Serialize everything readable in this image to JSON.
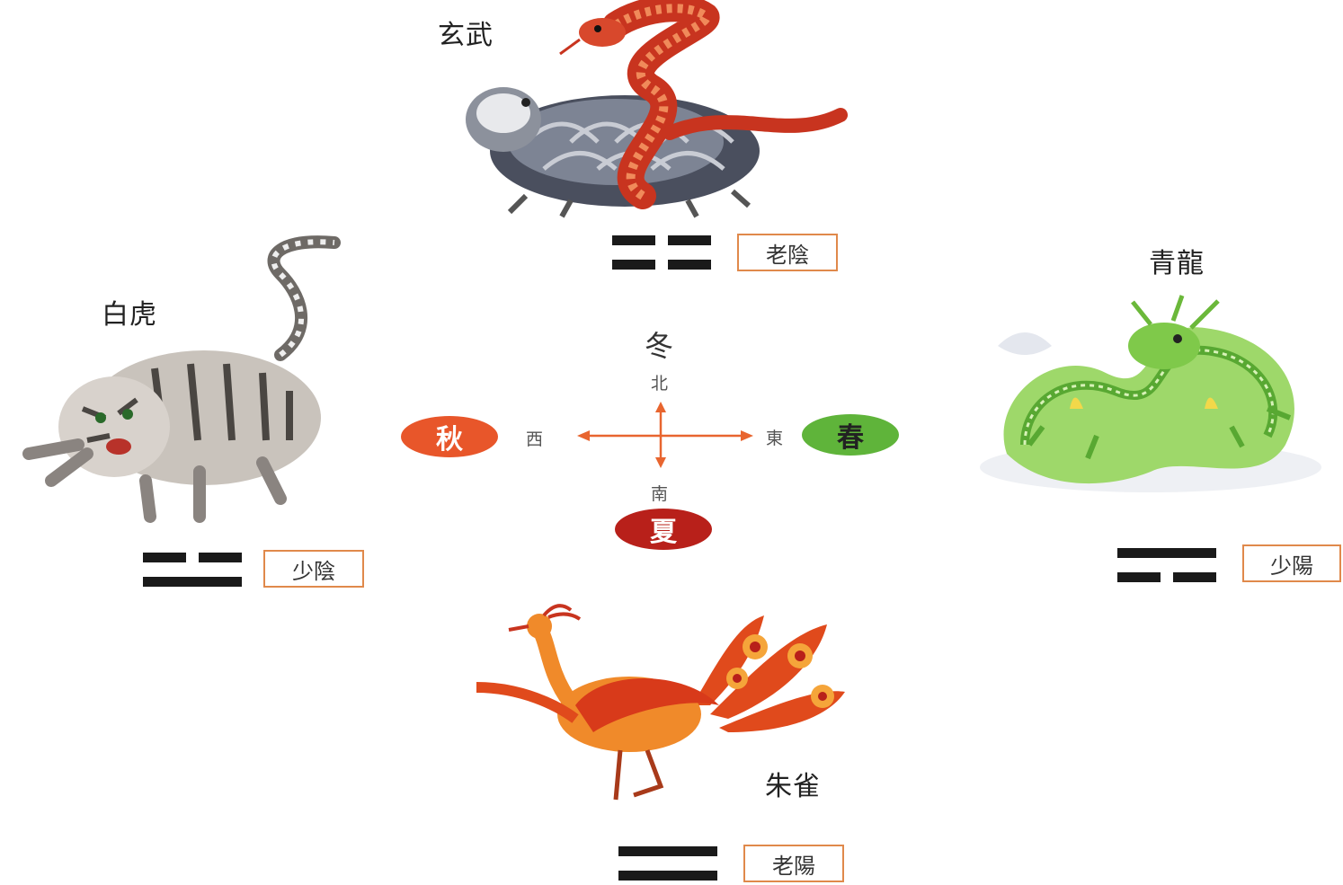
{
  "center": {
    "north": "北",
    "south": "南",
    "east": "東",
    "west": "西"
  },
  "seasons": {
    "winter": "冬",
    "summer": "夏",
    "spring": "春",
    "autumn": "秋"
  },
  "colors": {
    "spring": "#5fb43a",
    "autumn": "#e8562a",
    "summer": "#b8201a",
    "arrow": "#e8652f",
    "box_border": "#e0894b"
  },
  "guardians": {
    "north": {
      "name": "玄武",
      "symbol": "老陰",
      "yao": [
        "broken",
        "broken"
      ],
      "icon": "turtle-snake-icon"
    },
    "east": {
      "name": "青龍",
      "symbol": "少陽",
      "yao": [
        "solid",
        "broken"
      ],
      "icon": "dragon-icon"
    },
    "west": {
      "name": "白虎",
      "symbol": "少陰",
      "yao": [
        "broken",
        "solid"
      ],
      "icon": "tiger-icon"
    },
    "south": {
      "name": "朱雀",
      "symbol": "老陽",
      "yao": [
        "solid",
        "solid"
      ],
      "icon": "phoenix-icon"
    }
  }
}
